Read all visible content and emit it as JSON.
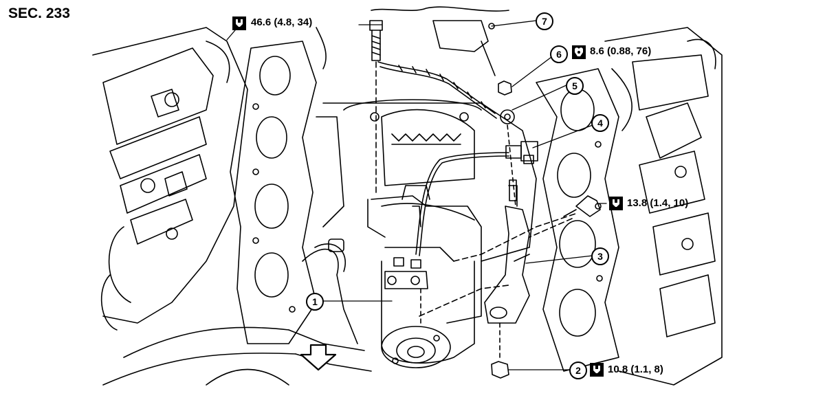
{
  "section_label": "SEC. 233",
  "callouts": [
    {
      "number": "1"
    },
    {
      "number": "2"
    },
    {
      "number": "3"
    },
    {
      "number": "4"
    },
    {
      "number": "5"
    },
    {
      "number": "6"
    },
    {
      "number": "7"
    }
  ],
  "torques": {
    "bolt_top": "46.6 (4.8, 34)",
    "nut_6": "8.6 (0.88, 76)",
    "bolt_right": "13.8 (1.4, 10)",
    "nut_2": "10.8 (1.1, 8)"
  },
  "icons": [
    "wrench-icon",
    "front-arrow-icon"
  ]
}
